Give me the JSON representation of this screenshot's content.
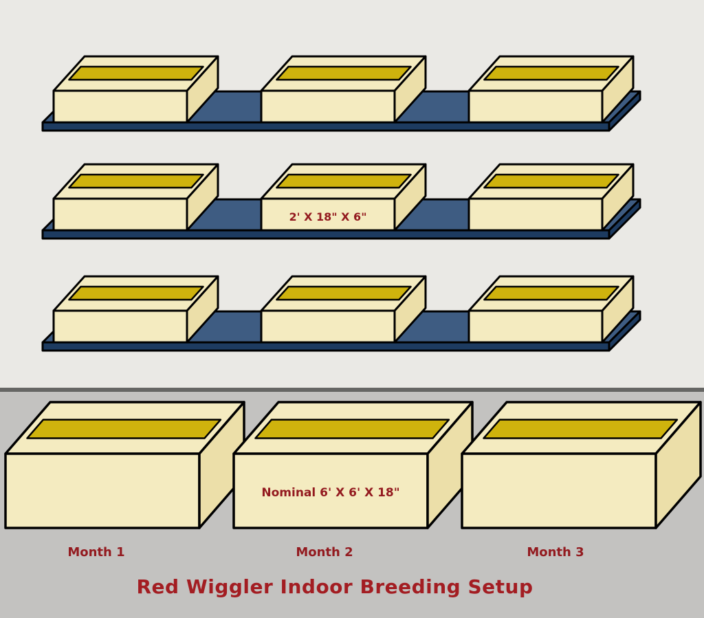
{
  "title": "Red Wiggler Indoor Breeding Setup",
  "labels": {
    "tray_dimensions": "2' X 18\" X 6\"",
    "bin_dimensions": "Nominal 6' X 6' X 18\"",
    "months": [
      "Month 1",
      "Month 2",
      "Month 3"
    ]
  },
  "colors": {
    "bg_top": "#eae9e5",
    "bg_bottom": "#c3c2c0",
    "divider": "#666664",
    "shelf_top": "#3e5c82",
    "shelf_front": "#1d3b60",
    "box_cream": "#f4ebc0",
    "box_side": "#ecdfa9",
    "box_gold": "#cfb30d",
    "outline": "#000000",
    "label_red": "#931a1f",
    "title_red": "#a31d22"
  }
}
